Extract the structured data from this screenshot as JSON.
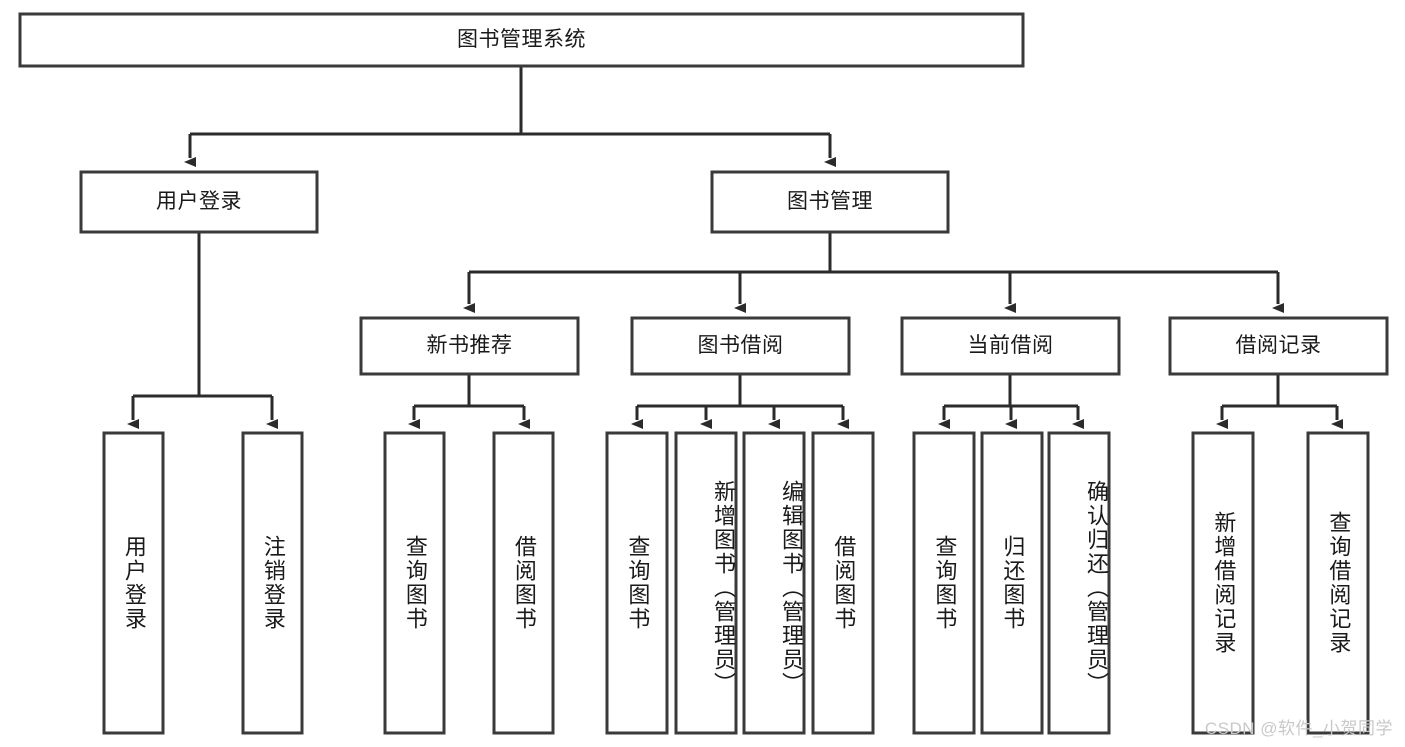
{
  "diagram": {
    "title_text": "图书管理系统",
    "watermark": "CSDN @软件_小贺同学",
    "colors": {
      "box_stroke": "#3a3a3a",
      "connector": "#2b2b2b",
      "text": "#1a1a1a",
      "background": "#ffffff",
      "watermark": "#c8c8c8"
    },
    "root": {
      "label": "图书管理系统"
    },
    "level2": [
      {
        "label": "用户登录"
      },
      {
        "label": "图书管理"
      }
    ],
    "level3": [
      {
        "label": "新书推荐"
      },
      {
        "label": "图书借阅"
      },
      {
        "label": "当前借阅"
      },
      {
        "label": "借阅记录"
      }
    ],
    "leaves": {
      "user_login": [
        {
          "label": "用户登录"
        },
        {
          "label": "注销登录"
        }
      ],
      "new_book_recommend": [
        {
          "label": "查询图书"
        },
        {
          "label": "借阅图书"
        }
      ],
      "book_borrow": [
        {
          "label": "查询图书"
        },
        {
          "label": "新增图书（管理员）"
        },
        {
          "label": "编辑图书（管理员）"
        },
        {
          "label": "借阅图书"
        }
      ],
      "current_borrow": [
        {
          "label": "查询图书"
        },
        {
          "label": "归还图书"
        },
        {
          "label": "确认归还（管理员）"
        }
      ],
      "borrow_record": [
        {
          "label": "新增借阅记录"
        },
        {
          "label": "查询借阅记录"
        }
      ]
    }
  }
}
